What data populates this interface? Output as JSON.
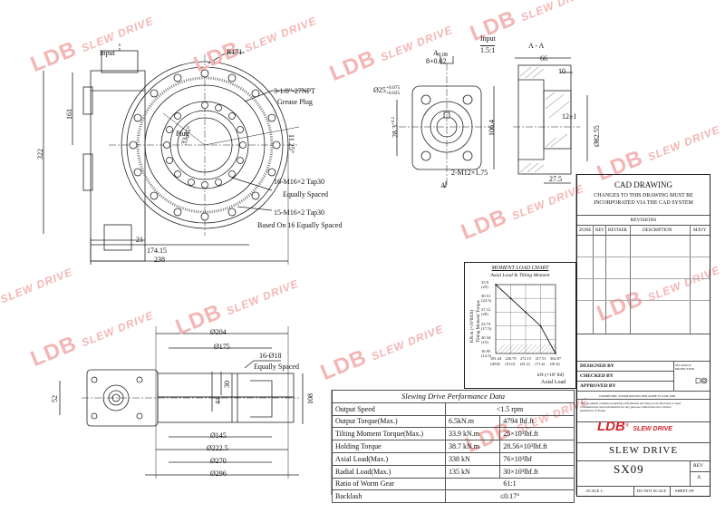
{
  "watermark": {
    "brand": "LDB",
    "tagline": "SLEW DRIVE"
  },
  "front_view": {
    "input": "Input",
    "r171": "R171",
    "npt": "3-1/8\"-27NPT",
    "grease_plug": "Grease Plug",
    "plug": "Plug",
    "angle": "33.75°",
    "tap1": "16-M16×2 Tap30",
    "spacing1": "Equally Spaced",
    "tap2": "15-M16×2 Tap30",
    "spacing2": "Based On 16 Equally Spaced",
    "angle2": "11.25°",
    "d161": "161",
    "d322": "322",
    "d21": "21",
    "d174": "174.15",
    "d238": "238"
  },
  "input_view": {
    "title": "Input",
    "scale": "1.5:1",
    "key_tol": "+0.08",
    "key": "8+0.02",
    "bore": "Ø25+0.075\n+0.025",
    "bore_a": "Ø25",
    "bore_tol1": "+0.075",
    "bore_tol2": "+0.025",
    "d283": "28.3",
    "d283_tol": "+0.2",
    "d1064": "106.4",
    "tap": "2-M12×1.75",
    "a_label": "A"
  },
  "section_view": {
    "title": "A - A",
    "d66": "66",
    "d10": "10",
    "d12": "12±1",
    "d82": "Ø82.55",
    "d82_tol": "0\n-0.08",
    "d275": "27.5"
  },
  "side_view": {
    "d204": "Ø204",
    "d175": "Ø175",
    "holes": "16-Ø18",
    "spacing": "Equally Spaced",
    "d52": "52",
    "d44": "44",
    "d30": "30",
    "d108": "108",
    "d145": "Ø145",
    "d2225": "Ø222.5",
    "d270": "Ø270",
    "d296": "Ø296"
  },
  "chart": {
    "title": "MOMENT LOAD CHART",
    "subtitle": "Axial Load & Tilting Moment",
    "ylabel": "KN.m (×10³lbf.ft)",
    "ylabel2": "Tilting Moment Torque",
    "xlabel": "kN (×10³ lbf)",
    "xlabel2": "Axial Load",
    "yticks": [
      "33.9 (25)",
      "30.51 (22.5)",
      "27.12 (20)",
      "23.73 (17.5)",
      "20.34 (15)",
      "16.95 (12.5)"
    ],
    "xticks": [
      "181.44",
      "226.79",
      "272.15",
      "317.51",
      "362.87"
    ],
    "xticks2": [
      "(40.8)",
      "(51.0)",
      "(61.2)",
      "(71.4)",
      "(81.6)"
    ]
  },
  "chart_data": {
    "type": "line",
    "title": "MOMENT LOAD CHART",
    "xlabel": "kN (×10³ lbf)",
    "ylabel": "KN.m (×10³lbf.ft)",
    "x": [
      181.44,
      226.79,
      272.15,
      317.51,
      362.87
    ],
    "series": [
      {
        "name": "",
        "values": [
          33.9,
          30.51,
          27.12,
          23.73,
          16.95
        ]
      }
    ],
    "xlim": [
      181.44,
      362.87
    ],
    "ylim": [
      16.95,
      33.9
    ]
  },
  "perf": {
    "title": "Slewing Drive Performance Data",
    "rows": [
      {
        "label": "Output Speed",
        "v1": "<1.5 rpm",
        "v2": ""
      },
      {
        "label": "Output Torque(Max.)",
        "v1": "6.5kN.m",
        "v2": "4794 lbf.ft"
      },
      {
        "label": "Tilting Moment Torque(Max.)",
        "v1": "33.9 kN.m",
        "v2": "25×10³lbf.ft"
      },
      {
        "label": "Holding Torque",
        "v1": "38.7 kN.m",
        "v2": "28.56×10³lbf.ft"
      },
      {
        "label": "Axial Load(Max.)",
        "v1": "338 kN",
        "v2": "76×10³lbf"
      },
      {
        "label": "Radial Load(Max.)",
        "v1": "135 kN",
        "v2": "30×10³lbf.ft"
      },
      {
        "label": "Ratio of Worm Gear",
        "v1": "61:1",
        "v2": ""
      },
      {
        "label": "Backlash",
        "v1": "≤0.17°",
        "v2": ""
      }
    ]
  },
  "titleblock": {
    "cad": "CAD DRAWING",
    "changes1": "CHANGES TO THIS DRAWING MUST BE",
    "changes2": "INCORPORATED VIA THE CAD SYSTEM",
    "revisions": "REVISIONS",
    "zone": "ZONE",
    "rev": "REV",
    "reviser": "REVISER",
    "description": "DESCRIPTION",
    "mdy": "M/D/Y",
    "designed": "DESIGNED BY",
    "checked": "CHECKED BY",
    "approved": "APPROVED BY",
    "no_angle": "NO ANGLE PROJECTION",
    "tolerancing": "GEOMETRIC TOLERANCING PER ASME Y14.5M-1994",
    "notice1": "This document contains proprietary information and may not be disclosed or used",
    "notice2": "to manufacture such information for any purpose without the prior written",
    "notice3": "permission of Youpa",
    "brand": "LDB",
    "brand_tag": "SLEW DRIVE",
    "product": "SLEW DRIVE",
    "model": "SX09",
    "rev_label": "REV",
    "rev_value": "A",
    "scale": "SCALE 1:",
    "noscale": "DO NOT SCALE",
    "sheet": "SHEET OF"
  }
}
